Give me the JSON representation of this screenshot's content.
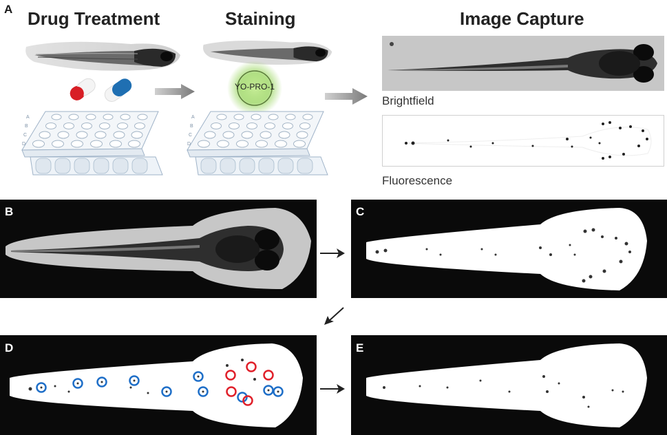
{
  "panel_a": {
    "letter": "A",
    "titles": {
      "drug_treatment": "Drug Treatment",
      "staining": "Staining",
      "image_capture": "Image Capture"
    },
    "stain_label": "YO-PRO-1",
    "captions": {
      "brightfield": "Brightfield",
      "fluorescence": "Fluorescence"
    },
    "plate_row_letters": [
      "A",
      "B",
      "C",
      "D"
    ]
  },
  "panel_letters": {
    "b": "B",
    "c": "C",
    "d": "D",
    "e": "E"
  },
  "colors": {
    "pill_red": "#d81f26",
    "pill_blue": "#1f6fb2",
    "stain_glow": "#8fd14f",
    "arrow_gray": "#8a8a8a",
    "circle_blue": "#1f6fc8",
    "circle_red": "#e0202a",
    "panel_bg": "#0a0a0a"
  }
}
